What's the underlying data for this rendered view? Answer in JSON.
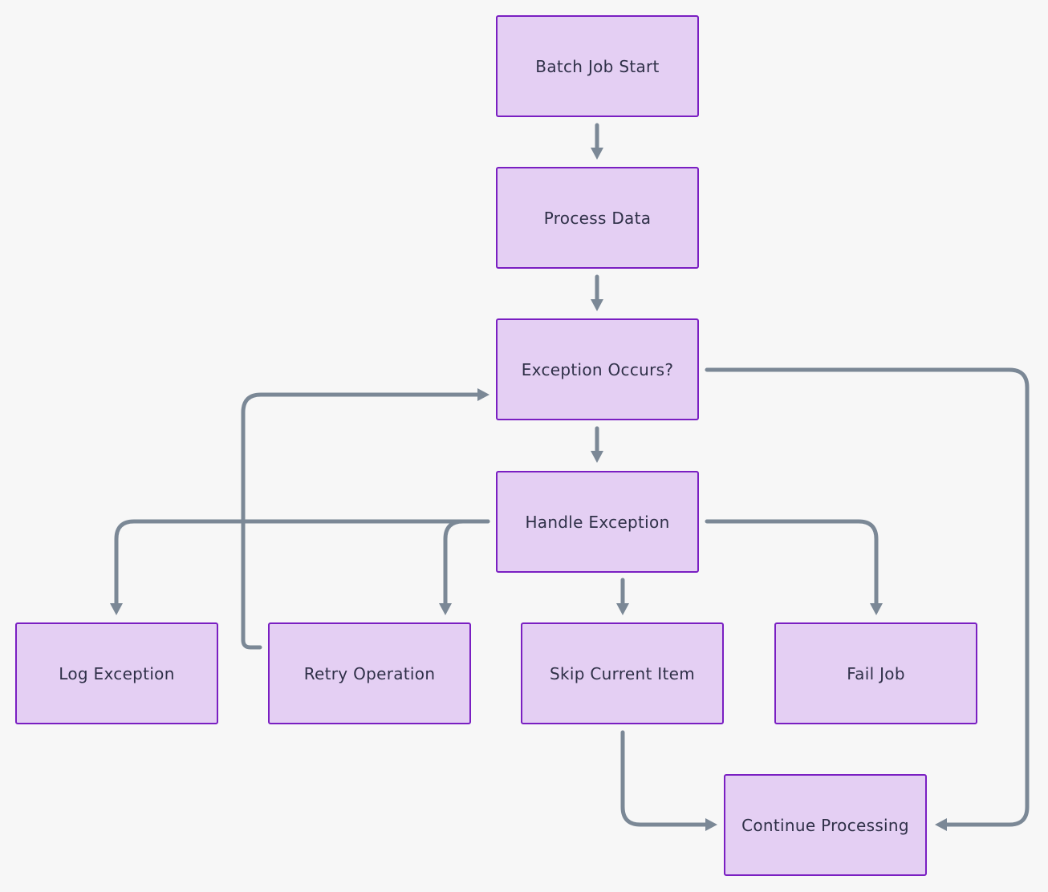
{
  "diagram": {
    "colors": {
      "background": "#f7f7f7",
      "node_fill": "#e4cff3",
      "node_border": "#7a1fc2",
      "node_text": "#2f3048",
      "edge": "#7b8896"
    },
    "nodes": {
      "batch_start": "Batch Job Start",
      "process_data": "Process Data",
      "exception_occurs": "Exception Occurs?",
      "handle_exception": "Handle Exception",
      "log_exception": "Log Exception",
      "retry_operation": "Retry Operation",
      "skip_current_item": "Skip Current Item",
      "fail_job": "Fail Job",
      "continue_processing": "Continue Processing"
    },
    "edges": [
      {
        "from": "batch_start",
        "to": "process_data"
      },
      {
        "from": "process_data",
        "to": "exception_occurs"
      },
      {
        "from": "exception_occurs",
        "to": "handle_exception"
      },
      {
        "from": "exception_occurs",
        "to": "continue_processing"
      },
      {
        "from": "handle_exception",
        "to": "log_exception"
      },
      {
        "from": "handle_exception",
        "to": "retry_operation"
      },
      {
        "from": "handle_exception",
        "to": "skip_current_item"
      },
      {
        "from": "handle_exception",
        "to": "fail_job"
      },
      {
        "from": "retry_operation",
        "to": "exception_occurs"
      },
      {
        "from": "skip_current_item",
        "to": "continue_processing"
      }
    ]
  }
}
